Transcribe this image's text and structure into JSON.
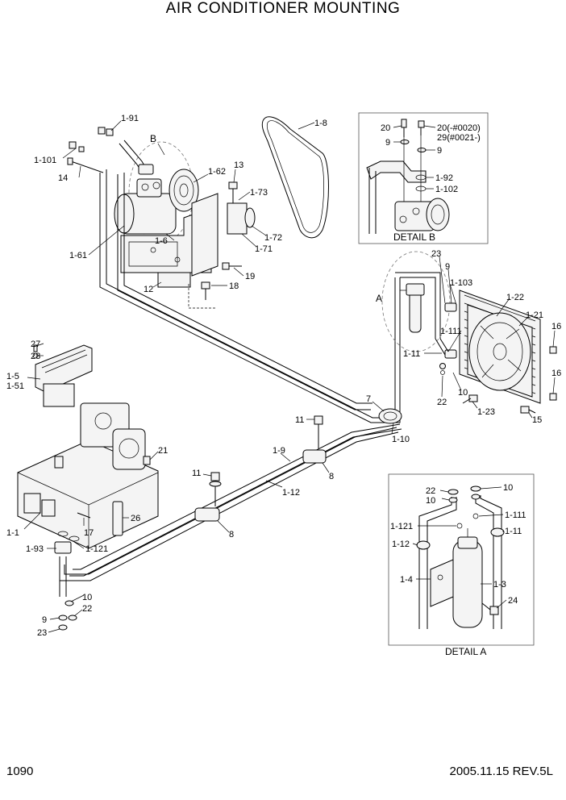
{
  "title": "AIR CONDITIONER MOUNTING",
  "footer": {
    "page_number": "1090",
    "date_rev": "2005.11.15  REV.5L"
  },
  "details": {
    "detail_a": "DETAIL A",
    "detail_b": "DETAIL B",
    "callout_a": "A",
    "callout_b": "B"
  },
  "part_labels": {
    "p1_91": "1-91",
    "p1_101": "1-101",
    "p14": "14",
    "p1_62": "1-62",
    "p13": "13",
    "p1_73": "1-73",
    "p1_72": "1-72",
    "p1_71": "1-71",
    "p1_6": "1-6",
    "p1_61": "1-61",
    "p12": "12",
    "p18": "18",
    "p19": "19",
    "p1_8": "1-8",
    "p20": "20",
    "p20b": "20(-#0020)",
    "p29": "29(#0021-)",
    "p9a": "9",
    "p9b": "9",
    "p1_92": "1-92",
    "p1_102": "1-102",
    "p23a": "23",
    "p9c": "9",
    "p1_103": "1-103",
    "p1_22": "1-22",
    "p1_21": "1-21",
    "p1_111a": "1-111",
    "p16a": "16",
    "p16b": "16",
    "p1_11a": "1-11",
    "p22a": "22",
    "p10a": "10",
    "p1_23": "1-23",
    "p15": "15",
    "p7": "7",
    "p1_10": "1-10",
    "p27": "27",
    "p28": "28",
    "p1_5": "1-5",
    "p1_51": "1-51",
    "p11a": "11",
    "p1_9": "1-9",
    "p8a": "8",
    "p1_12a": "1-12",
    "p11b": "11",
    "p8b": "8",
    "p21": "21",
    "p26": "26",
    "p1_1": "1-1",
    "p17": "17",
    "p1_93": "1-93",
    "p1_121a": "1-121",
    "p10b": "10",
    "p9d": "9",
    "p22b": "22",
    "p23b": "23",
    "p22c": "22",
    "p10c": "10",
    "p10d": "10",
    "p1_121b": "1-121",
    "p1_111b": "1-111",
    "p1_12b": "1-12",
    "p1_11b": "1-11",
    "p1_4": "1-4",
    "p1_3": "1-3",
    "p24": "24"
  }
}
